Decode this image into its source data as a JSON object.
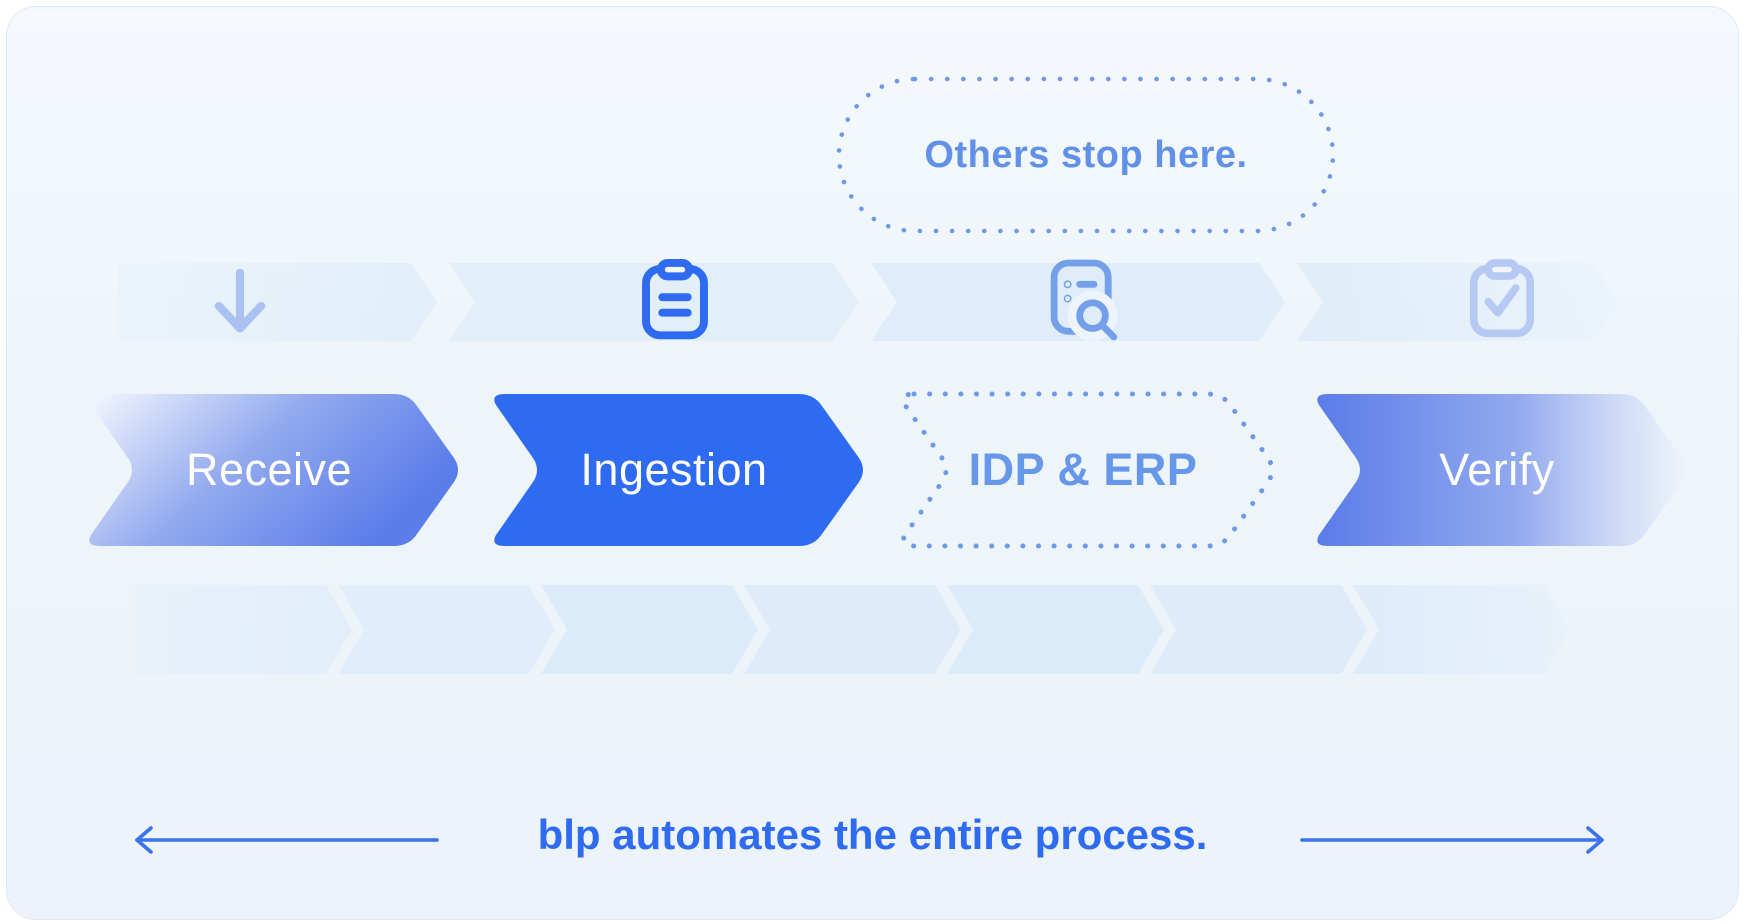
{
  "callout": {
    "label": "Others stop here."
  },
  "steps": [
    {
      "label": "Receive",
      "icon": "arrow-down-icon"
    },
    {
      "label": "Ingestion",
      "icon": "clipboard-icon"
    },
    {
      "label": "IDP & ERP",
      "icon": "document-search-icon"
    },
    {
      "label": "Verify",
      "icon": "clipboard-check-icon"
    }
  ],
  "footer": {
    "caption": "blp automates the entire process."
  },
  "colors": {
    "accent_solid": "#2e6bf1",
    "accent_gradient": "#5b7de9",
    "dotted_blue": "#6d9ae8",
    "pale_icon_blue": "#aec5f2",
    "caption_blue": "#2e6bf0",
    "band_blue": "#e2eefa",
    "card_background": "#edf4fa"
  }
}
